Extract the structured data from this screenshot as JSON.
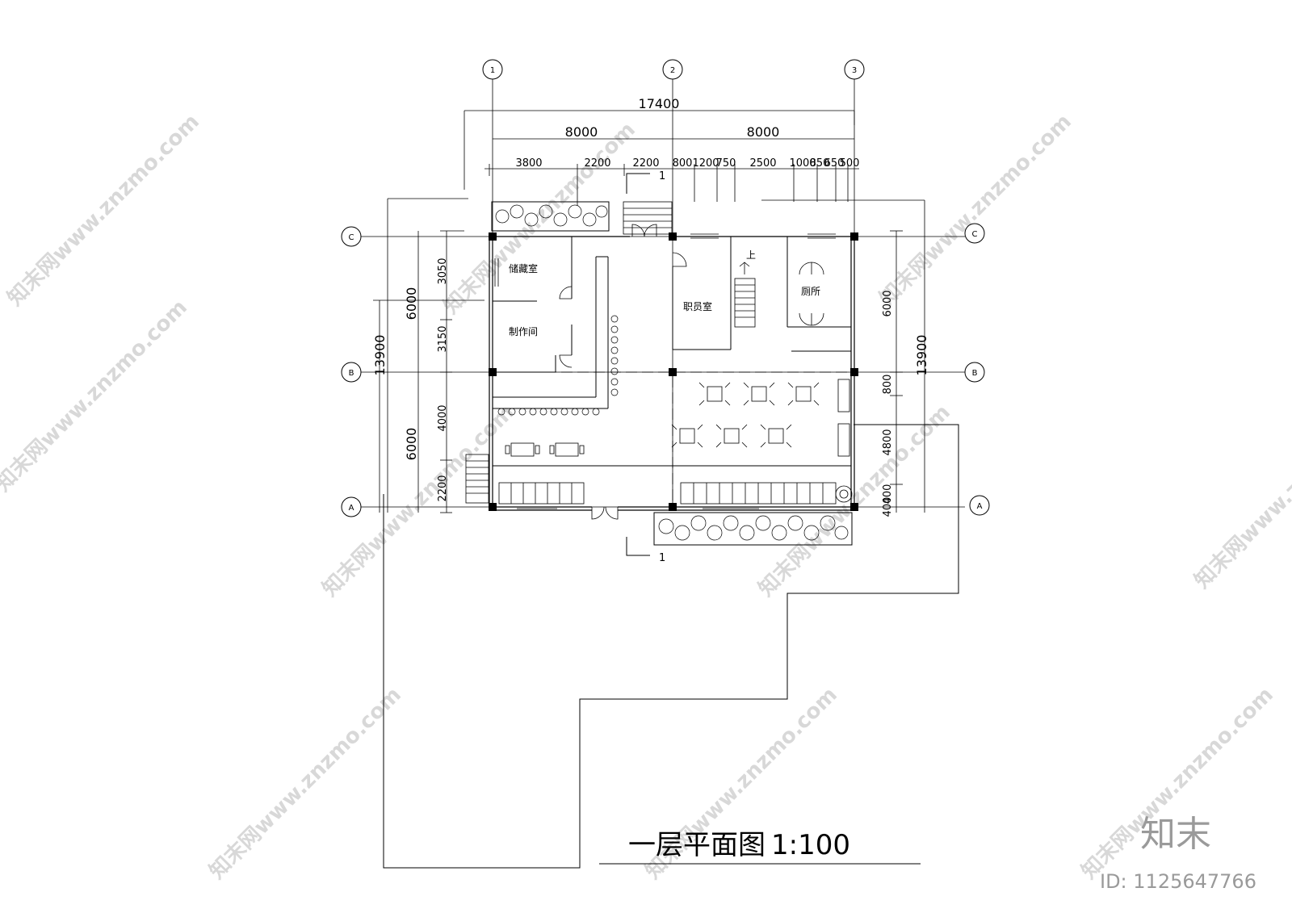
{
  "axis_labels": {
    "top": [
      "1",
      "2",
      "3"
    ],
    "rows": [
      "C",
      "B",
      "A"
    ]
  },
  "dimensions": {
    "overall_width": "17400",
    "bays": [
      "8000",
      "8000"
    ],
    "segments": [
      "3800",
      "2200",
      "2200",
      "800",
      "1200",
      "750",
      "2500",
      "1000",
      "850",
      "650",
      "500"
    ],
    "overall_depth": "13900",
    "left_bays": [
      "6000",
      "6000"
    ],
    "left_segments": [
      "3050",
      "3150",
      "4000",
      "2200"
    ],
    "right_bays": [
      "6000"
    ],
    "right_segments": [
      "800",
      "4800",
      "400",
      "400"
    ]
  },
  "rooms": {
    "storage": "储藏室",
    "production": "制作间",
    "staff": "职员室",
    "toilet": "厕所",
    "stair_up": "上"
  },
  "section_mark": "1",
  "title": "一层平面图",
  "scale": "1:100",
  "watermark": {
    "brand": "知末",
    "id": "ID: 1125647766",
    "text": "知末网www.znzmo.com"
  }
}
